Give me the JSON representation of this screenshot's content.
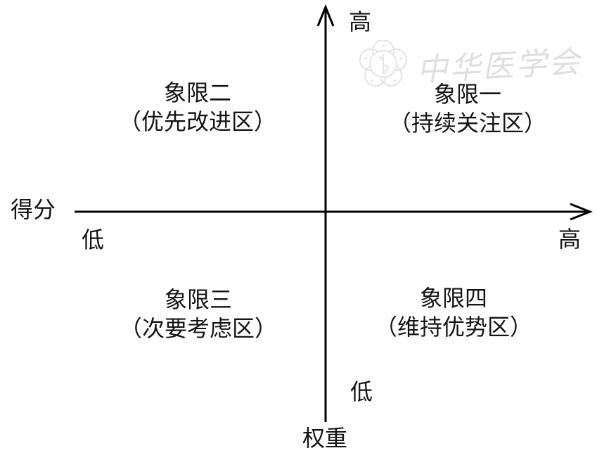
{
  "diagram": {
    "title": "quadrant-diagram",
    "quadrants": [
      {
        "id": "quadrant-1",
        "title": "象限一",
        "subtitle": "（持续关注区）",
        "position": "top-right"
      },
      {
        "id": "quadrant-2",
        "title": "象限二",
        "subtitle": "（优先改进区）",
        "position": "top-left"
      },
      {
        "id": "quadrant-3",
        "title": "象限三",
        "subtitle": "（次要考虑区）",
        "position": "bottom-left"
      },
      {
        "id": "quadrant-4",
        "title": "象限四",
        "subtitle": "（维持优势区）",
        "position": "bottom-right"
      }
    ],
    "axes": {
      "x_name": "得分",
      "x_low": "低",
      "x_high": "高",
      "y_name": "权重",
      "y_low": "低",
      "y_high": "高"
    }
  },
  "watermark": {
    "text": "中华医学会",
    "logo": "chinese-medical-association-emblem"
  },
  "colors": {
    "line": "#000000",
    "text": "#141414",
    "watermark": "#dfdfdf",
    "background": "#ffffff"
  }
}
